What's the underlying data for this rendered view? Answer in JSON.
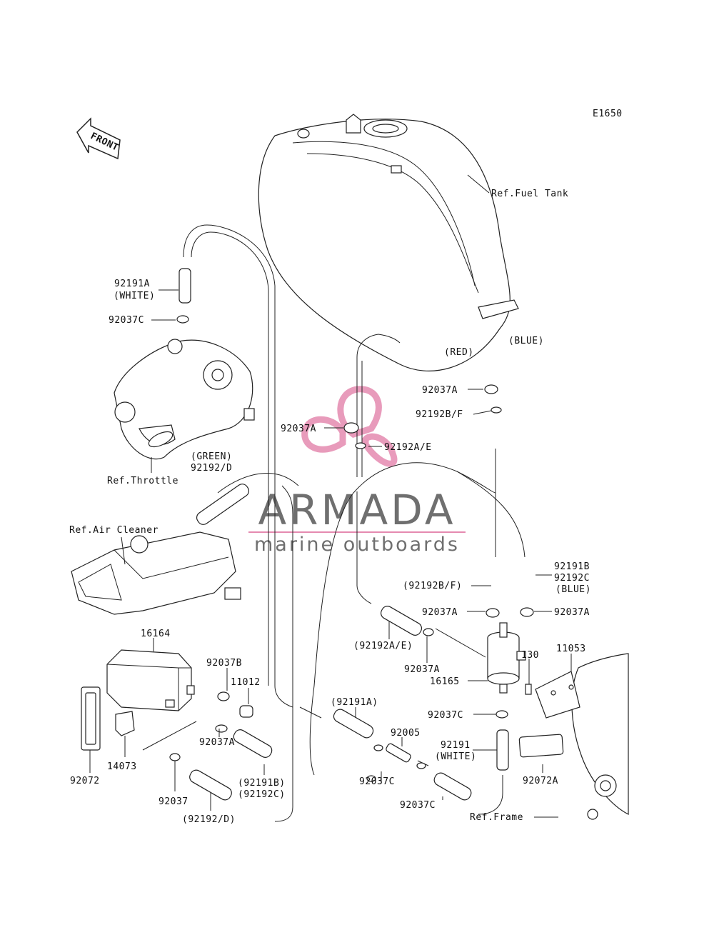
{
  "diagram_code": "E1650",
  "front_label": "FRONT",
  "labels": {
    "ref_fuel_tank": "Ref.Fuel Tank",
    "red": "(RED)",
    "blue_top": "(BLUE)",
    "p92191A": "92191A",
    "white_a": "(WHITE)",
    "p92037C_top": "92037C",
    "p92037A_r1": "92037A",
    "p92192BF": "92192B/F",
    "p92037A_mid": "92037A",
    "p92192AE": "92192A/E",
    "green": "(GREEN)",
    "p92192D": "92192/D",
    "ref_throttle": "Ref.Throttle",
    "ref_air_cleaner": "Ref.Air Cleaner",
    "p92191B": "92191B",
    "p92192C": "92192C",
    "blue_mid": "(BLUE)",
    "p92192BF_paren": "(92192B/F)",
    "p92037A_r2": "92037A",
    "p92037A_r3": "92037A",
    "p92192AE_paren": "(92192A/E)",
    "p92037A_r4": "92037A",
    "p16165": "16165",
    "p130": "130",
    "p11053": "11053",
    "p16164": "16164",
    "p92037B": "92037B",
    "p11012": "11012",
    "p92191A_paren": "(92191A)",
    "p92005": "92005",
    "p92037C_mid": "92037C",
    "p92191": "92191",
    "white_b": "(WHITE)",
    "p92072A": "92072A",
    "p92072": "92072",
    "p14073": "14073",
    "p92037A_low": "92037A",
    "p92191B_paren": "(92191B)",
    "p92192C_paren": "(92192C)",
    "p92037": "92037",
    "p92192D_paren": "(92192/D)",
    "p92037C_low1": "92037C",
    "p92037C_low2": "92037C",
    "ref_frame": "Ref.Frame"
  },
  "watermark": {
    "title": "ARMADA",
    "subtitle": "marine outboards",
    "colors": {
      "pink": "#e58ab0",
      "gray": "#6f6f6f"
    }
  }
}
